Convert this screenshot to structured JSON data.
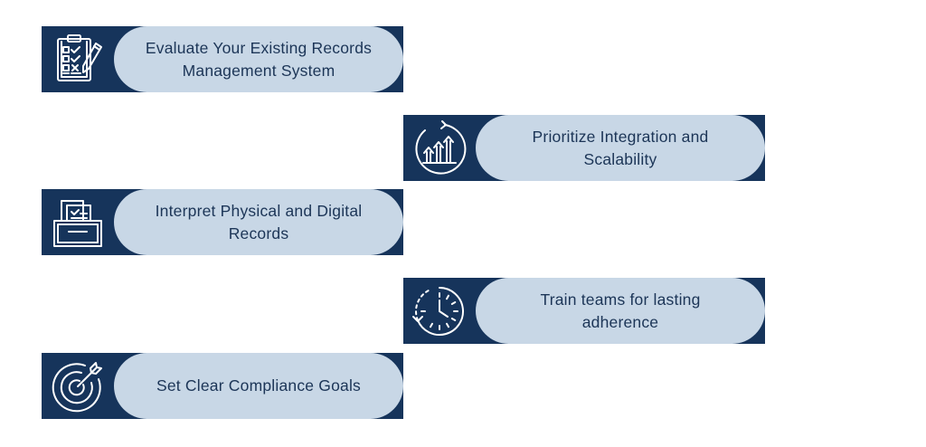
{
  "steps": [
    {
      "label": "Evaluate Your Existing Records Management System",
      "icon": "checklist-clipboard-icon"
    },
    {
      "label": "Prioritize Integration and Scalability",
      "icon": "growth-chart-icon"
    },
    {
      "label": "Interpret Physical and Digital Records",
      "icon": "document-tray-icon"
    },
    {
      "label": "Train teams for lasting adherence",
      "icon": "clock-icon"
    },
    {
      "label": "Set Clear Compliance Goals",
      "icon": "target-icon"
    }
  ],
  "colors": {
    "icon_background": "#16345b",
    "pill_background": "#c8d7e6",
    "text": "#1c3557",
    "icon_stroke": "#ffffff"
  }
}
